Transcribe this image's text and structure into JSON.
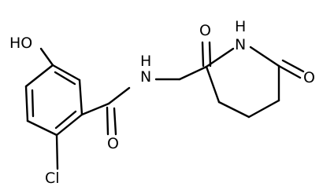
{
  "structure": {
    "labels": {
      "hydroxyl": "HO",
      "amide_nitrogen": "H\nN",
      "amide_oxygen": "O",
      "chlorine": "Cl",
      "imide_nitrogen": "H\nN",
      "imide_oxygen_top": "O",
      "imide_oxygen_right": "O"
    }
  }
}
